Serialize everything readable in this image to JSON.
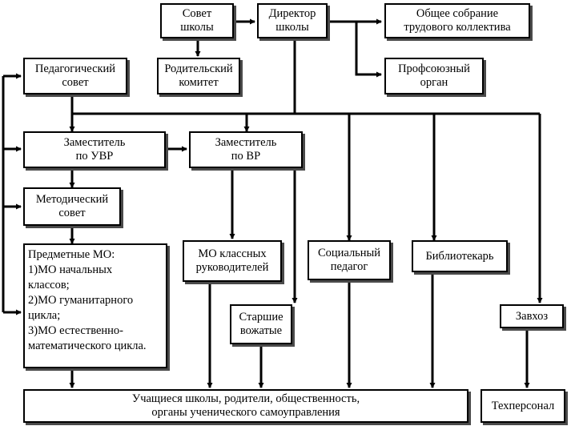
{
  "boxes": {
    "sovet_shkoly": "Совет\nшколы",
    "direktor": "Директор\nшколы",
    "obshchee_sobranie": "Общее собрание\nтрудового коллектива",
    "roditelsky_komitet": "Родительский\nкомитет",
    "profsoyuzny_organ": "Профсоюзный\nорган",
    "pedagogichesky_sovet": "Педагогический\nсовет",
    "zam_uvr": "Заместитель\nпо УВР",
    "zam_vr": "Заместитель\nпо ВР",
    "metodichesky_sovet": "Методический\nсовет",
    "predmetnye_mo": "Предметные МО:\n1)МО начальных\nклассов;\n2)МО гуманитарного\nцикла;\n3)МО естественно-\nматематического цикла.",
    "mo_klassnyh": "МО классных\nруководителей",
    "socialny_pedagog": "Социальный\nпедагог",
    "bibliotekar": "Библиотекарь",
    "starshie_vozhatye": "Старшие\nвожатые",
    "zavhoz": "Завхоз",
    "uchashchiesya": "Учащиеся школы, родители, общественность,\nорганы ученического самоуправления",
    "tehpersonal": "Техперсонал"
  }
}
